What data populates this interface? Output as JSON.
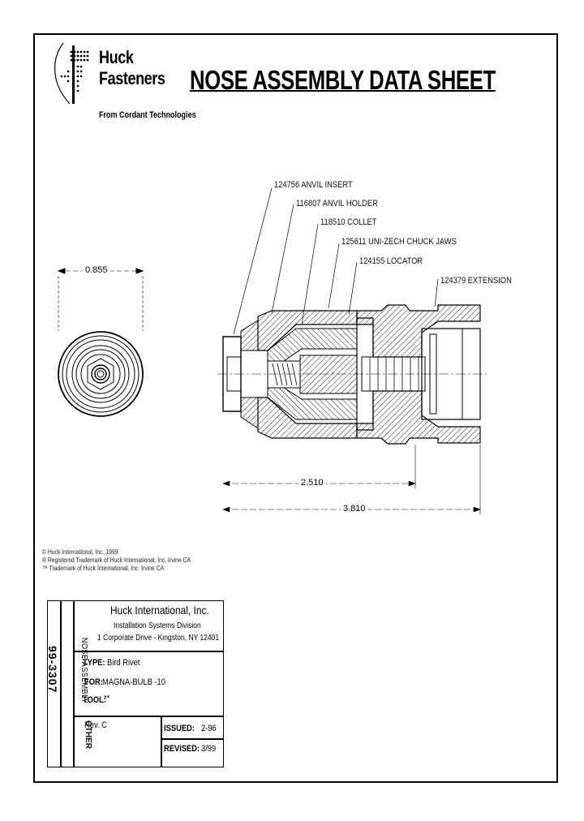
{
  "header": {
    "logo_line1": "Huck",
    "logo_line2": "Fasteners",
    "logo_sub": "From Cordant Technologies",
    "title": "NOSE ASSEMBLY DATA SHEET"
  },
  "callouts": [
    "124756 ANVIL INSERT",
    "116807 ANVIL HOLDER",
    "118510 COLLET",
    "125611 UNI-ZECH CHUCK JAWS",
    "124155 LOCATOR",
    "124379 EXTENSION"
  ],
  "dimensions": {
    "diameter": "0.855",
    "length_inner": "2.510",
    "length_outer": "3.810"
  },
  "notes": [
    "© Huck International, Inc. 1999",
    "® Registered Trademark of Huck International, Inc. Irvine CA",
    "™ Trademark of Huck International, Inc. Irvine CA"
  ],
  "title_block": {
    "company": "Huck International, Inc.",
    "division": "Installation Systems Division",
    "address": "1 Corporate Drive - Kingston, NY  12401",
    "type_label": "TYPE:",
    "type_value": "Bird Rivet",
    "for_label": "FOR:",
    "for_value": "MAGNA-BULB -10",
    "tool_label": "TOOL:",
    "tool_value": "**",
    "rev": "Rev. C",
    "issued_label": "ISSUED:",
    "issued_value": "2-96",
    "revised_label": "REVISED:",
    "revised_value": "3/99",
    "side_number": "99-3307",
    "side_category": "NOSE ASSEMBLY",
    "side_other": "OTHER"
  }
}
